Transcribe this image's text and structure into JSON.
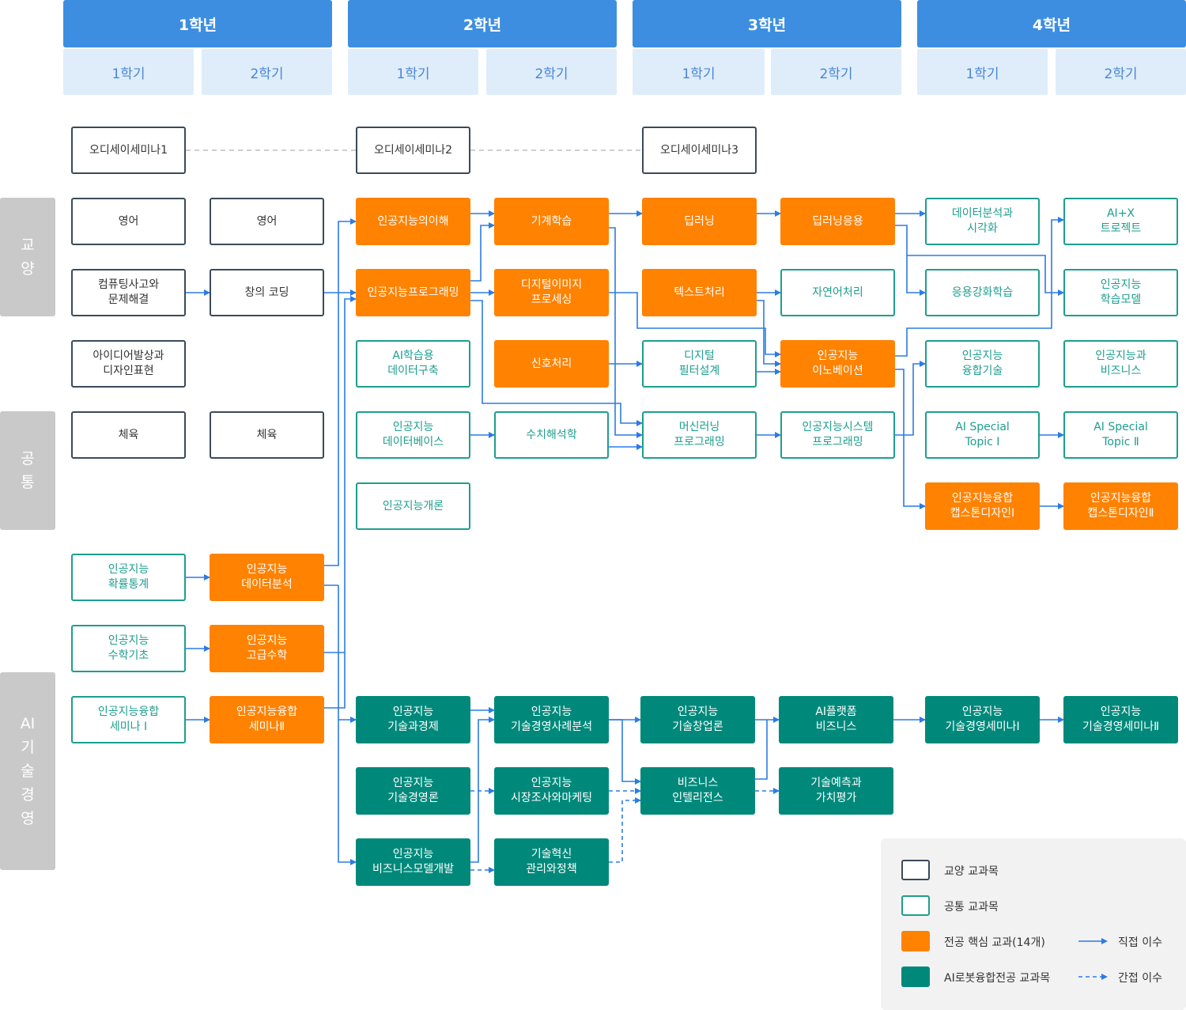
{
  "years": [
    "1학년",
    "2학년",
    "3학년",
    "4학년"
  ],
  "semesters": [
    "1학기",
    "2학기",
    "1학기",
    "2학기",
    "1학기",
    "2학기",
    "1학기",
    "2학기"
  ],
  "categories": {
    "liberal": [
      "교",
      "양"
    ],
    "common": [
      "공",
      "통"
    ],
    "ai_tech_mgmt": [
      "AI",
      "기",
      "술",
      "경",
      "영"
    ]
  },
  "courses": {
    "odyssey1": "오디세이세미나1",
    "odyssey2": "오디세이세미나2",
    "odyssey3": "오디세이세미나3",
    "english1": "영어",
    "english2": "영어",
    "computing_thinking": "컴퓨팅사고와\n문제해결",
    "creative_coding": "창의 코딩",
    "idea_design": "아이디어발상과\n디자인표현",
    "pe1": "체육",
    "pe2": "체육",
    "ai_understanding": "인공지능의이해",
    "ai_programming": "인공지능프로그래밍",
    "ai_learning_data": "AI학습용\n데이터구축",
    "ai_database": "인공지능\n데이터베이스",
    "ai_intro": "인공지능개론",
    "machine_learning": "기계학습",
    "digital_image": "디지털이미지\n프로세싱",
    "signal_processing": "신호처리",
    "numerical_analysis": "수치해석학",
    "deep_learning": "딥러닝",
    "text_processing": "텍스트처리",
    "digital_filter": "디지털\n필터설계",
    "ml_programming": "머신러닝\n프로그래밍",
    "deep_learning_app": "딥러닝응용",
    "nlp": "자연어처리",
    "ai_innovation": "인공지능\n이노베이션",
    "ai_system_programming": "인공지능시스템\n프로그래밍",
    "data_viz": "데이터분석과\n시각화",
    "applied_rl": "응용강화학습",
    "ai_convergence_tech": "인공지능\n융합기술",
    "ai_special_1": "AI Special\nTopic Ⅰ",
    "capstone_1": "인공지능융합\n캡스톤디자인Ⅰ",
    "ai_x_project": "AI+X\n트로젝트",
    "ai_learning_model": "인공지능\n학습모델",
    "ai_business": "인공지능과\n비즈니스",
    "ai_special_2": "AI Special\nTopic Ⅱ",
    "capstone_2": "인공지능융합\n캡스톤디자인Ⅱ",
    "ai_probability": "인공지능\n확률통계",
    "ai_data_analysis": "인공지능\n데이터분석",
    "ai_math_basic": "인공지능\n수학기초",
    "ai_advanced_math": "인공지능\n고급수학",
    "ai_seminar_1": "인공지능융합\n세미나 Ⅰ",
    "ai_seminar_2": "인공지능융합\n세미나Ⅱ",
    "ai_tech_economy": "인공지능\n기술과경제",
    "ai_tech_mgmt_theory": "인공지능\n기술경영론",
    "ai_business_model": "인공지능\n비즈니스모델개발",
    "ai_tech_mgmt_case": "인공지능\n기술경영사례분석",
    "ai_market_research": "인공지능\n시장조사와마케팅",
    "tech_innovation_policy": "기술혁신\n관리와정책",
    "ai_tech_startup": "인공지능\n기술창업론",
    "business_intelligence": "비즈니스\n인텔리전스",
    "ai_platform_business": "AI플랫폼\n비즈니스",
    "tech_forecast": "기술예측과\n가치평가",
    "ai_mgmt_seminar_1": "인공지능\n기술경영세미나Ⅰ",
    "ai_mgmt_seminar_2": "인공지능\n기술경영세미나Ⅱ"
  },
  "legend": {
    "liberal": "교양 교과목",
    "common": "공통 교과목",
    "major_core": "전공 핵심 교과(14개)",
    "ai_robot": "AI로봇융합전공 교과목",
    "direct": "직접 이수",
    "indirect": "간접 이수"
  },
  "colors": {
    "header": "#3d8ee0",
    "semester": "#dfedfb",
    "major_core": "#ff8200",
    "ai_robot": "#00897b",
    "common_border": "#1d9e8e",
    "liberal_border": "#3b4a5a",
    "arrow": "#2c7be5"
  }
}
